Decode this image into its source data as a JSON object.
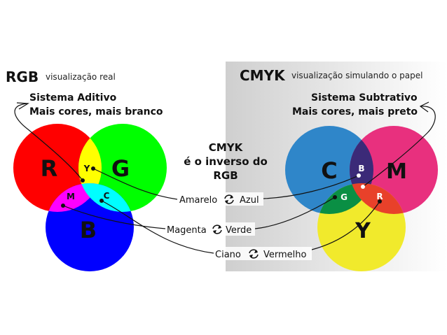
{
  "rgb": {
    "title": "RGB",
    "subtitle": "visualização real",
    "system_line1": "Sistema Aditivo",
    "system_line2": "Mais cores, mais branco",
    "labels": {
      "r": "R",
      "g": "G",
      "b": "B",
      "y": "Y",
      "m": "M",
      "c": "C"
    },
    "colors": {
      "red": "#ff0000",
      "green": "#00ff00",
      "blue": "#0000ff",
      "yellow": "#ffff00",
      "magenta": "#ff00ff",
      "cyan": "#00ffff",
      "white": "#ffffff"
    }
  },
  "cmyk": {
    "title": "CMYK",
    "subtitle": "visualização simulando o papel",
    "system_line1": "Sistema Subtrativo",
    "system_line2": "Mais cores, mais preto",
    "labels": {
      "c": "C",
      "m": "M",
      "y": "Y",
      "b": "B",
      "g": "G",
      "r": "R"
    },
    "colors": {
      "cyan": "#2f86c9",
      "magenta": "#e8307e",
      "yellow": "#f1ea2c",
      "blue": "#3b2a78",
      "green": "#0a8f44",
      "red": "#e8412a",
      "black": "#1a1a1a"
    }
  },
  "center": {
    "line1": "CMYK",
    "line2": "é o inverso do",
    "line3": "RGB",
    "pair1_left": "Amarelo",
    "pair1_right": "Azul",
    "pair2_left": "Magenta",
    "pair2_right": "Verde",
    "pair3_left": "Ciano",
    "pair3_right": "Vermelho",
    "cycle_icon": "cycle-arrows-icon"
  },
  "background": {
    "gray_start": "#cfcfcf",
    "gray_end": "#ffffff"
  }
}
